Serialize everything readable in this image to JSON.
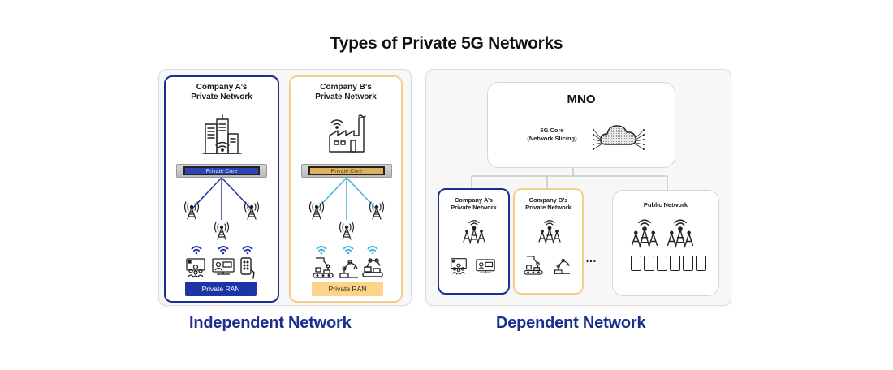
{
  "title": "Types of Private 5G Networks",
  "independent": {
    "label": "Independent Network",
    "company_a": {
      "title_line1": "Company A’s",
      "title_line2": "Private Network",
      "core_label": "Private Core",
      "ran_label": "Private RAN",
      "icon": "office-building-wifi-icon",
      "devices": [
        "video-conference-icon",
        "presentation-screen-icon",
        "smartphone-hand-icon"
      ],
      "accent_color": "#1a2f8f"
    },
    "company_b": {
      "title_line1": "Company B’s",
      "title_line2": "Private Network",
      "core_label": "Private Core",
      "ran_label": "Private RAN",
      "icon": "factory-wifi-icon",
      "devices": [
        "robot-arm-conveyor-icon",
        "industrial-robot-icon",
        "robot-packaging-icon"
      ],
      "accent_color": "#f5cf8a"
    }
  },
  "dependent": {
    "label": "Dependent Network",
    "mno": {
      "title": "MNO",
      "core_line1": "5G Core",
      "core_line2": "(Network Slicing)",
      "icon": "cloud-network-icon"
    },
    "company_a": {
      "title_line1": "Company A’s",
      "title_line2": "Private Network"
    },
    "company_b": {
      "title_line1": "Company B’s",
      "title_line2": "Private Network"
    },
    "ellipsis": "…",
    "public": {
      "title": "Public Network",
      "phone_count": 6
    }
  }
}
